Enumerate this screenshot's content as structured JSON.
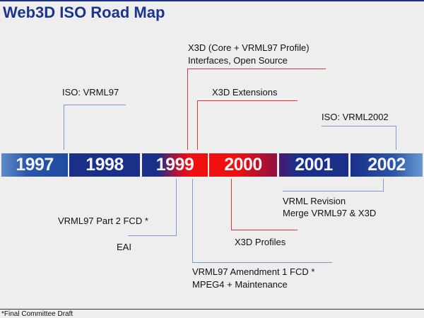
{
  "title": "Web3D ISO Road Map",
  "years": [
    "1997",
    "1998",
    "1999",
    "2000",
    "2001",
    "2002"
  ],
  "milestones_above": [
    {
      "lines": [
        "ISO: VRML97"
      ]
    },
    {
      "lines": [
        "X3D (Core + VRML97 Profile)",
        "Interfaces, Open Source"
      ]
    },
    {
      "lines": [
        "X3D Extensions"
      ]
    },
    {
      "lines": [
        "ISO: VRML2002"
      ]
    }
  ],
  "milestones_below": [
    {
      "lines": [
        "VRML97 Part 2 FCD *"
      ]
    },
    {
      "lines": [
        "EAI"
      ]
    },
    {
      "lines": [
        "VRML97 Amendment 1 FCD *",
        "MPEG4 + Maintenance"
      ]
    },
    {
      "lines": [
        "X3D Profiles"
      ]
    },
    {
      "lines": [
        "VRML Revision",
        "Merge VRML97 & X3D"
      ]
    }
  ],
  "footnote": "*Final Committee Draft",
  "colors": {
    "blue": "#1a2f88",
    "red": "#f01010",
    "title": "#1a3490"
  }
}
